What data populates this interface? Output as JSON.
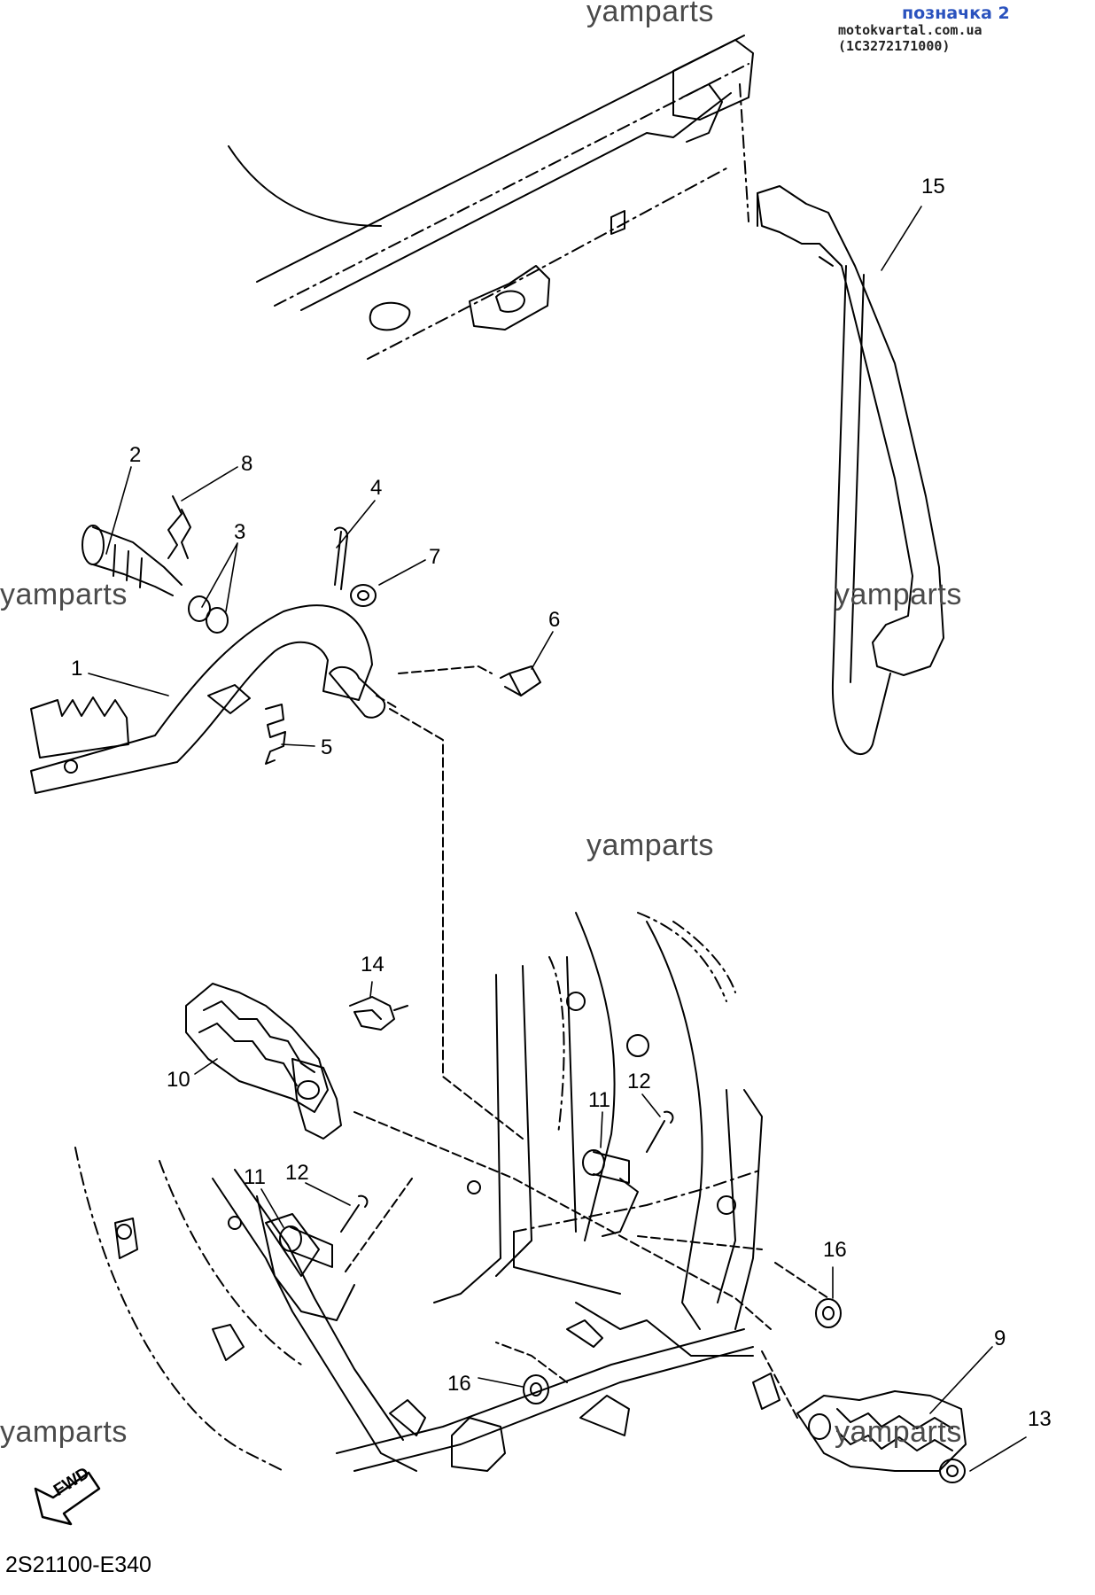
{
  "header": {
    "label": "позначка 2",
    "site": "motokvartal.com.ua (1C3272171000)"
  },
  "watermark": "yamparts",
  "diagram_code": "2S21100-E340",
  "fwd_label": "FWD",
  "callouts": {
    "c1": "1",
    "c2": "2",
    "c3": "3",
    "c4": "4",
    "c5": "5",
    "c6": "6",
    "c7": "7",
    "c8": "8",
    "c9": "9",
    "c10": "10",
    "c11a": "11",
    "c11b": "11",
    "c12a": "12",
    "c12b": "12",
    "c13": "13",
    "c14": "14",
    "c15": "15",
    "c16a": "16",
    "c16b": "16"
  },
  "colors": {
    "line": "#000000",
    "header_label": "#2a52be",
    "watermark": "#4a4a4a"
  }
}
